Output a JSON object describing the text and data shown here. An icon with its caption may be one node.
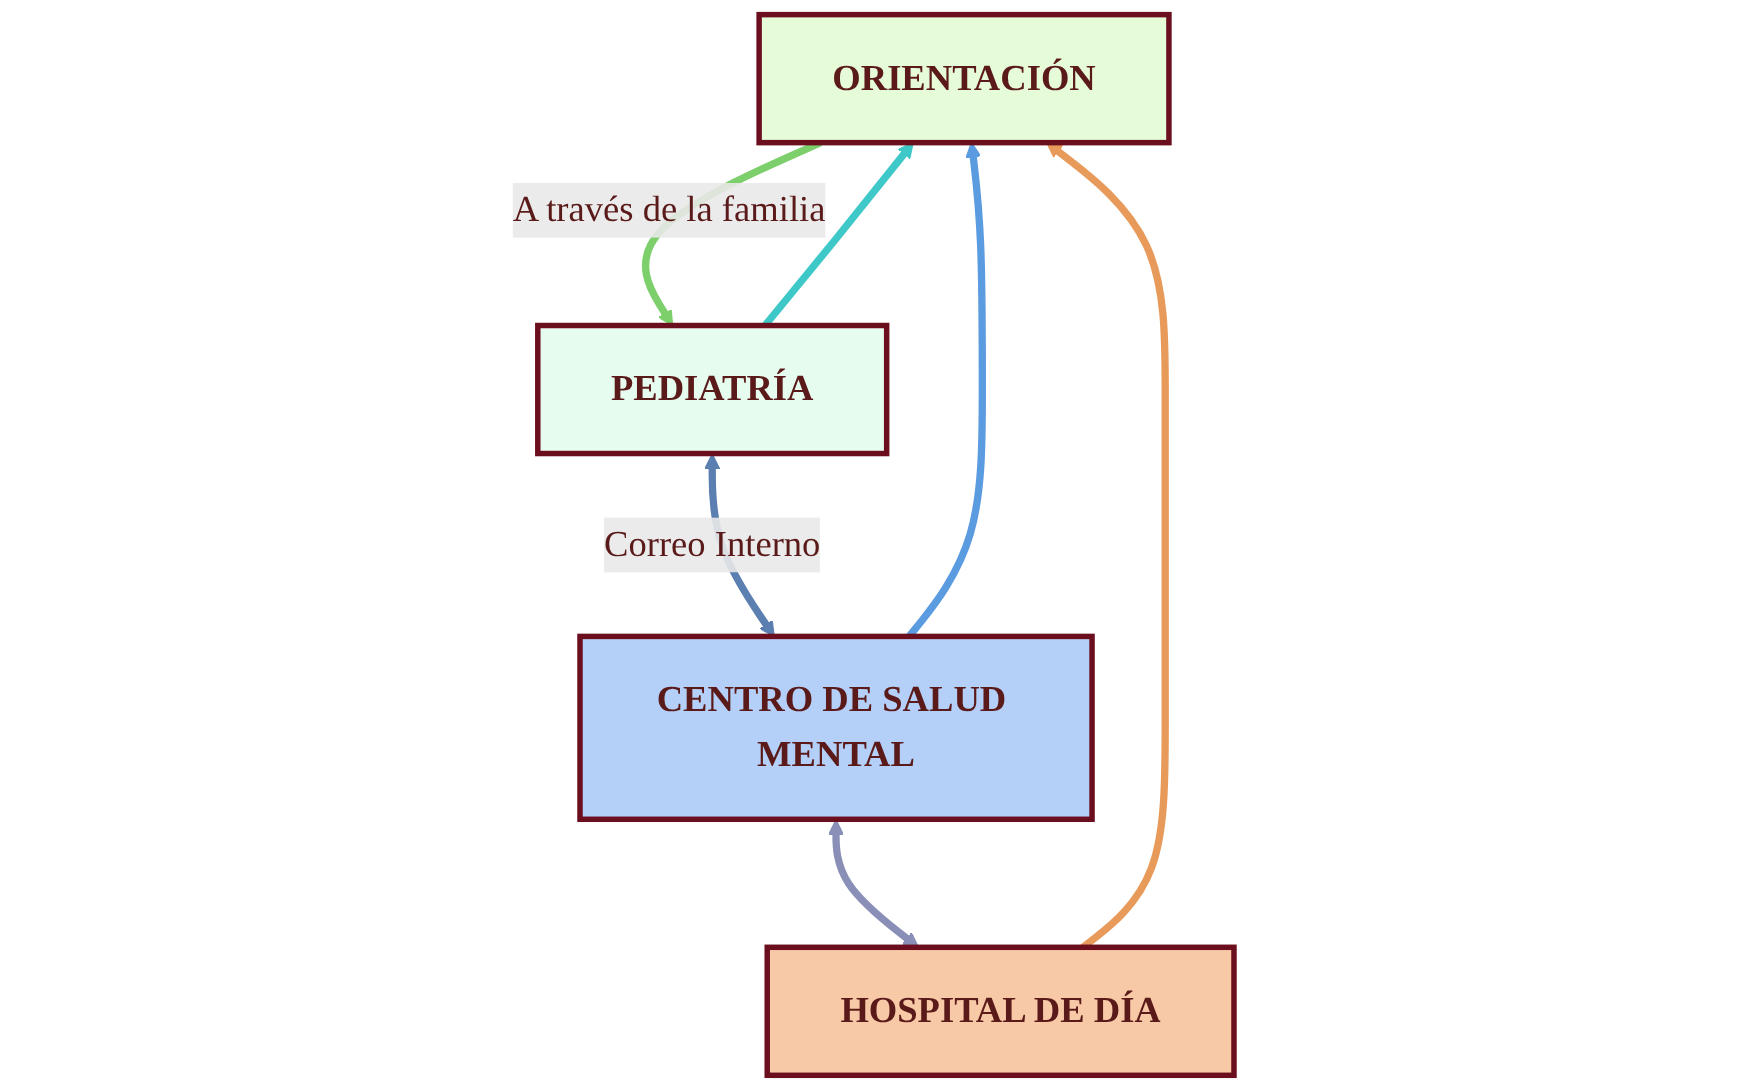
{
  "diagram": {
    "nodes": [
      {
        "text": [
          "ORIENTACIÓN"
        ]
      },
      {
        "text": [
          "PEDIATRÍA"
        ]
      },
      {
        "text": [
          "CENTRO DE SALUD MENTAL"
        ]
      },
      {
        "text": [
          "HOSPITAL DE DÍA"
        ]
      }
    ],
    "edges": [
      {
        "from": 0,
        "to": 1,
        "arrow": "to",
        "label": "A través de la familia",
        "color": "#7ccf6a"
      },
      {
        "from": 1,
        "to": 0,
        "arrow": "to",
        "color": "#3fc8c8"
      },
      {
        "from": 2,
        "to": 0,
        "arrow": "to",
        "color": "#5b9be0"
      },
      {
        "from": 3,
        "to": 0,
        "arrow": "to",
        "color": "#e89a5a"
      },
      {
        "from": 1,
        "to": 2,
        "arrow": "both",
        "label": "Correo Interno",
        "color": "#5b7fb0"
      },
      {
        "from": 2,
        "to": 3,
        "arrow": "both",
        "color": "#8a8fb8"
      }
    ]
  }
}
